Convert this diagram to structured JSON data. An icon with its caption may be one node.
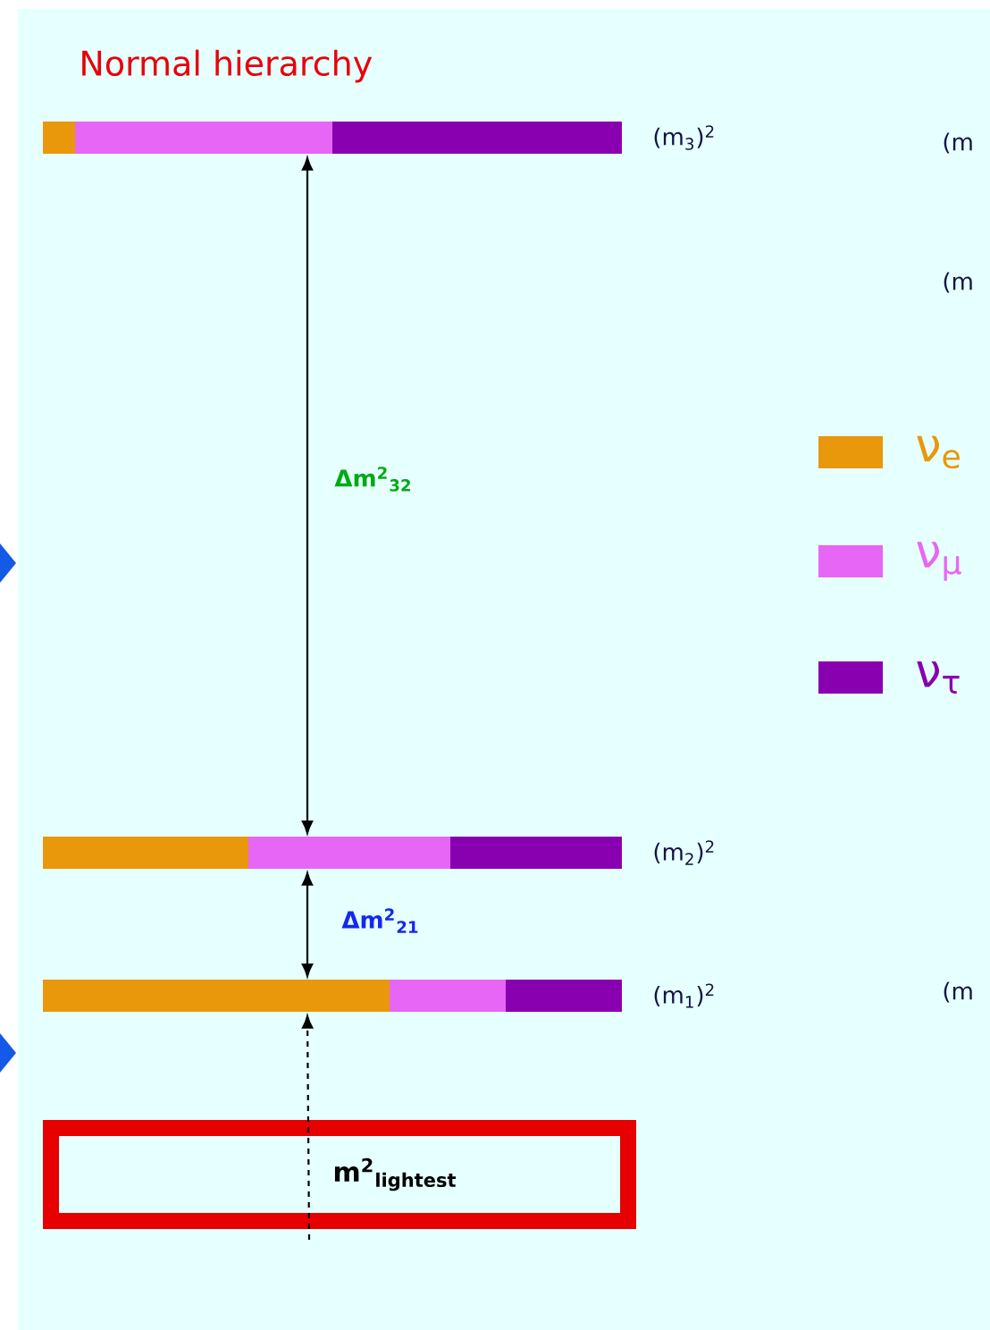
{
  "diagram": {
    "title": "Normal hierarchy",
    "nodes": [
      {
        "text": [],
        "shape": "bar",
        "beside": [
          "(m$_{3}$)$^{2}$"
        ]
      },
      {
        "text": [],
        "shape": "bar",
        "beside": [
          "(m$_{2}$)$^{2}$"
        ]
      },
      {
        "text": [],
        "shape": "bar",
        "beside": [
          "(m$_{1}$)$^{2}$"
        ]
      },
      {
        "text": [
          "m$^{2}$$_{lightest}$"
        ]
      }
    ],
    "edges": [
      {
        "from": 0,
        "to": 1,
        "arrow": "both",
        "label": "Δm$^{2}$$_{32}$"
      },
      {
        "from": 1,
        "to": 2,
        "arrow": "both",
        "label": "Δm$^{2}$$_{21}$"
      },
      {
        "from": 3,
        "to": 2,
        "arrow": "to",
        "style": "dashed"
      }
    ],
    "labels": [
      "(m",
      "(m",
      "(m"
    ],
    "legend": [
      {
        "text": "ν$_{e}$",
        "color": "#e8980a"
      },
      {
        "text": "ν$_{μ}$",
        "color": "#e866f5"
      },
      {
        "text": "ν$_{τ}$",
        "color": "#8800b0"
      }
    ]
  }
}
